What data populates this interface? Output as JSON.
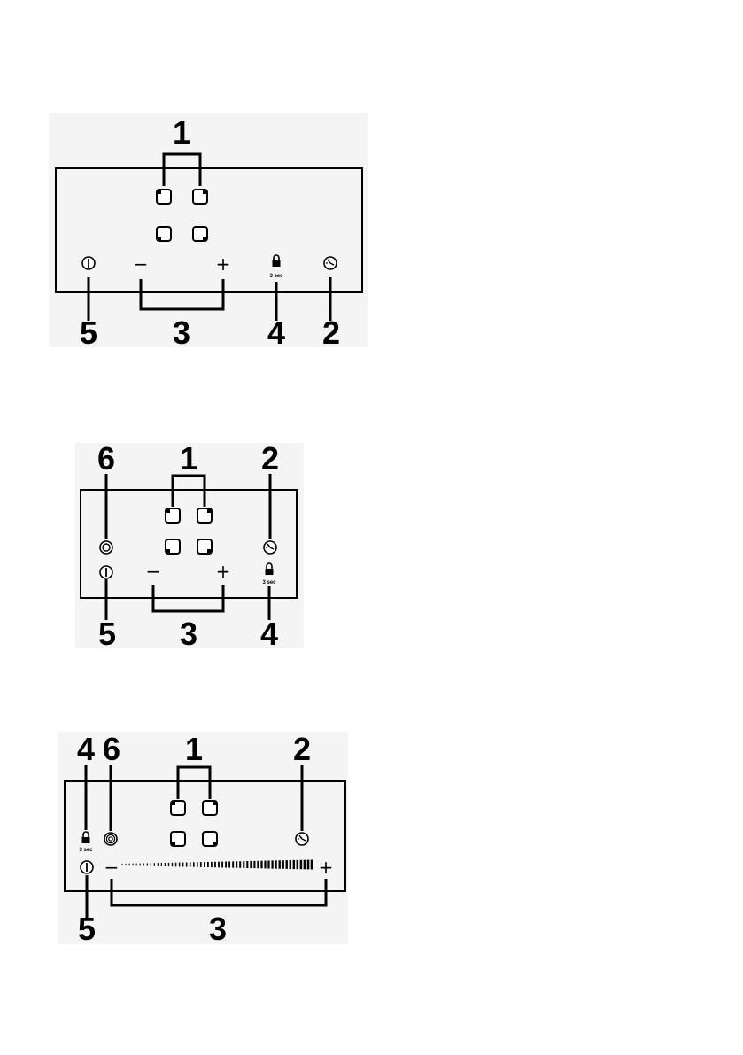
{
  "diagrams": [
    {
      "callouts": {
        "zones": "1",
        "timer": "2",
        "slider": "3",
        "lock": "4",
        "power": "5"
      },
      "minus_label": "−",
      "plus_label": "+",
      "lock_caption": "3 sec",
      "icons": [
        "zone-selector-icon",
        "power-icon",
        "lock-icon",
        "timer-icon"
      ]
    },
    {
      "callouts": {
        "boost": "6",
        "zones": "1",
        "timer": "2",
        "power": "5",
        "slider": "3",
        "lock": "4"
      },
      "minus_label": "−",
      "plus_label": "+",
      "lock_caption": "3 sec",
      "icons": [
        "zone-selector-icon",
        "boost-icon",
        "power-icon",
        "lock-icon",
        "timer-icon"
      ]
    },
    {
      "callouts": {
        "lock": "4",
        "boost": "6",
        "zones": "1",
        "timer": "2",
        "power": "5",
        "slider": "3"
      },
      "minus_label": "−",
      "plus_label": "+",
      "lock_caption": "3 sec",
      "icons": [
        "zone-selector-icon",
        "boost-icon",
        "power-icon",
        "lock-icon",
        "timer-icon",
        "slider-scale-icon"
      ]
    }
  ]
}
